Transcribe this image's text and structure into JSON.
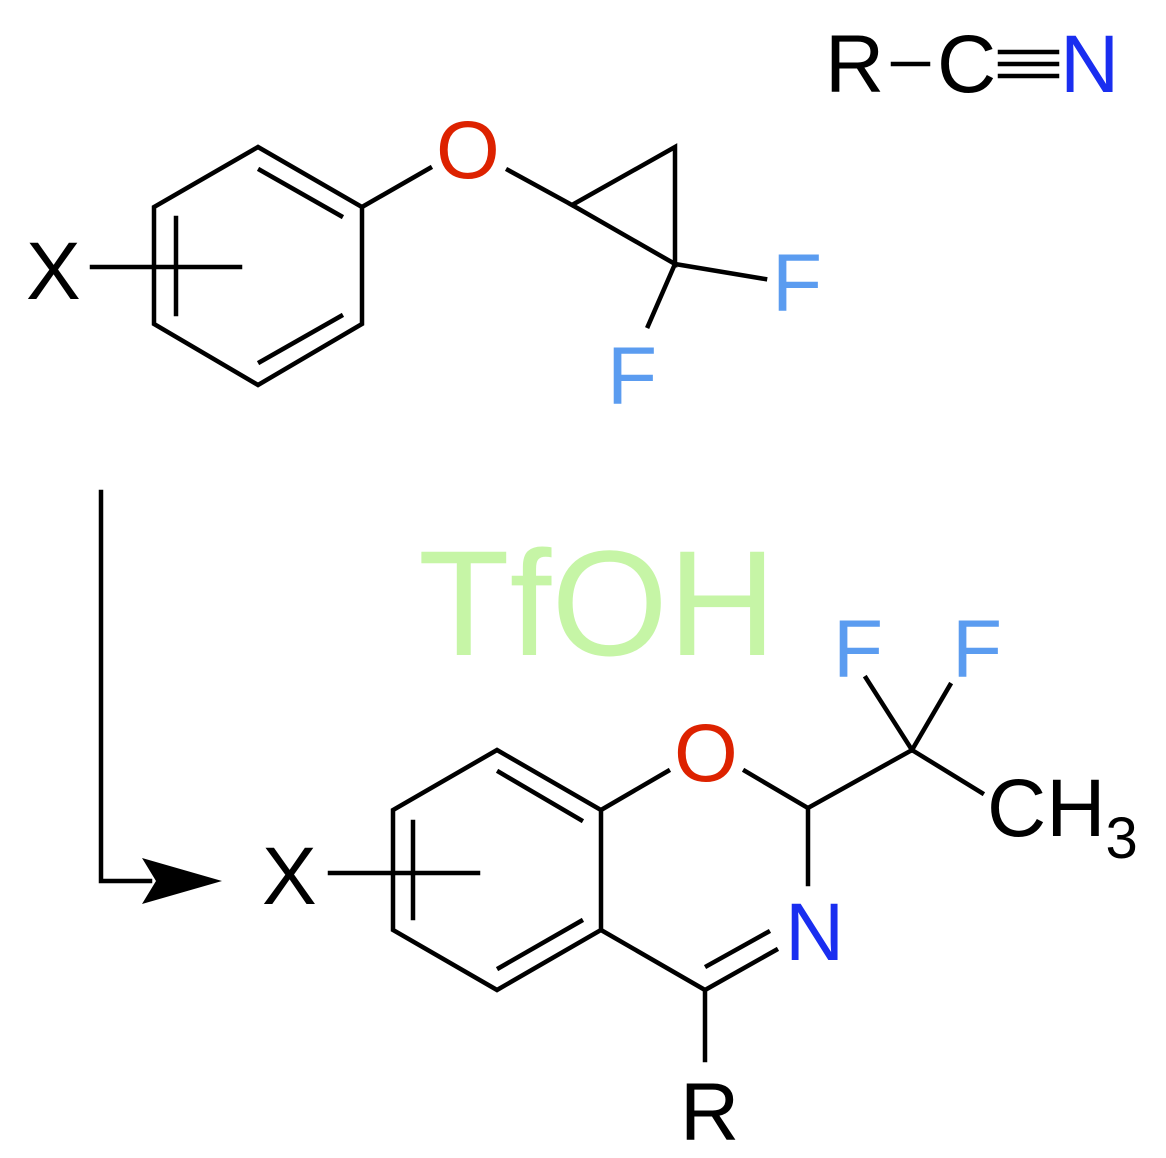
{
  "colors": {
    "bond": "#000000",
    "oxygen": "#dd2200",
    "fluorine": "#5b9cf0",
    "nitrogen": "#1a2ef0",
    "catalyst": "#c6f5a6",
    "text": "#000000"
  },
  "reactant_nitrile": {
    "r": "R",
    "c": "C",
    "n": "N"
  },
  "reactant_ether": {
    "x": "X",
    "o": "O",
    "f1": "F",
    "f2": "F"
  },
  "catalyst": {
    "label": "TfOH"
  },
  "product": {
    "x": "X",
    "o": "O",
    "n": "N",
    "r": "R",
    "f1": "F",
    "f2": "F",
    "ch": "CH",
    "ch_sub": "3"
  }
}
